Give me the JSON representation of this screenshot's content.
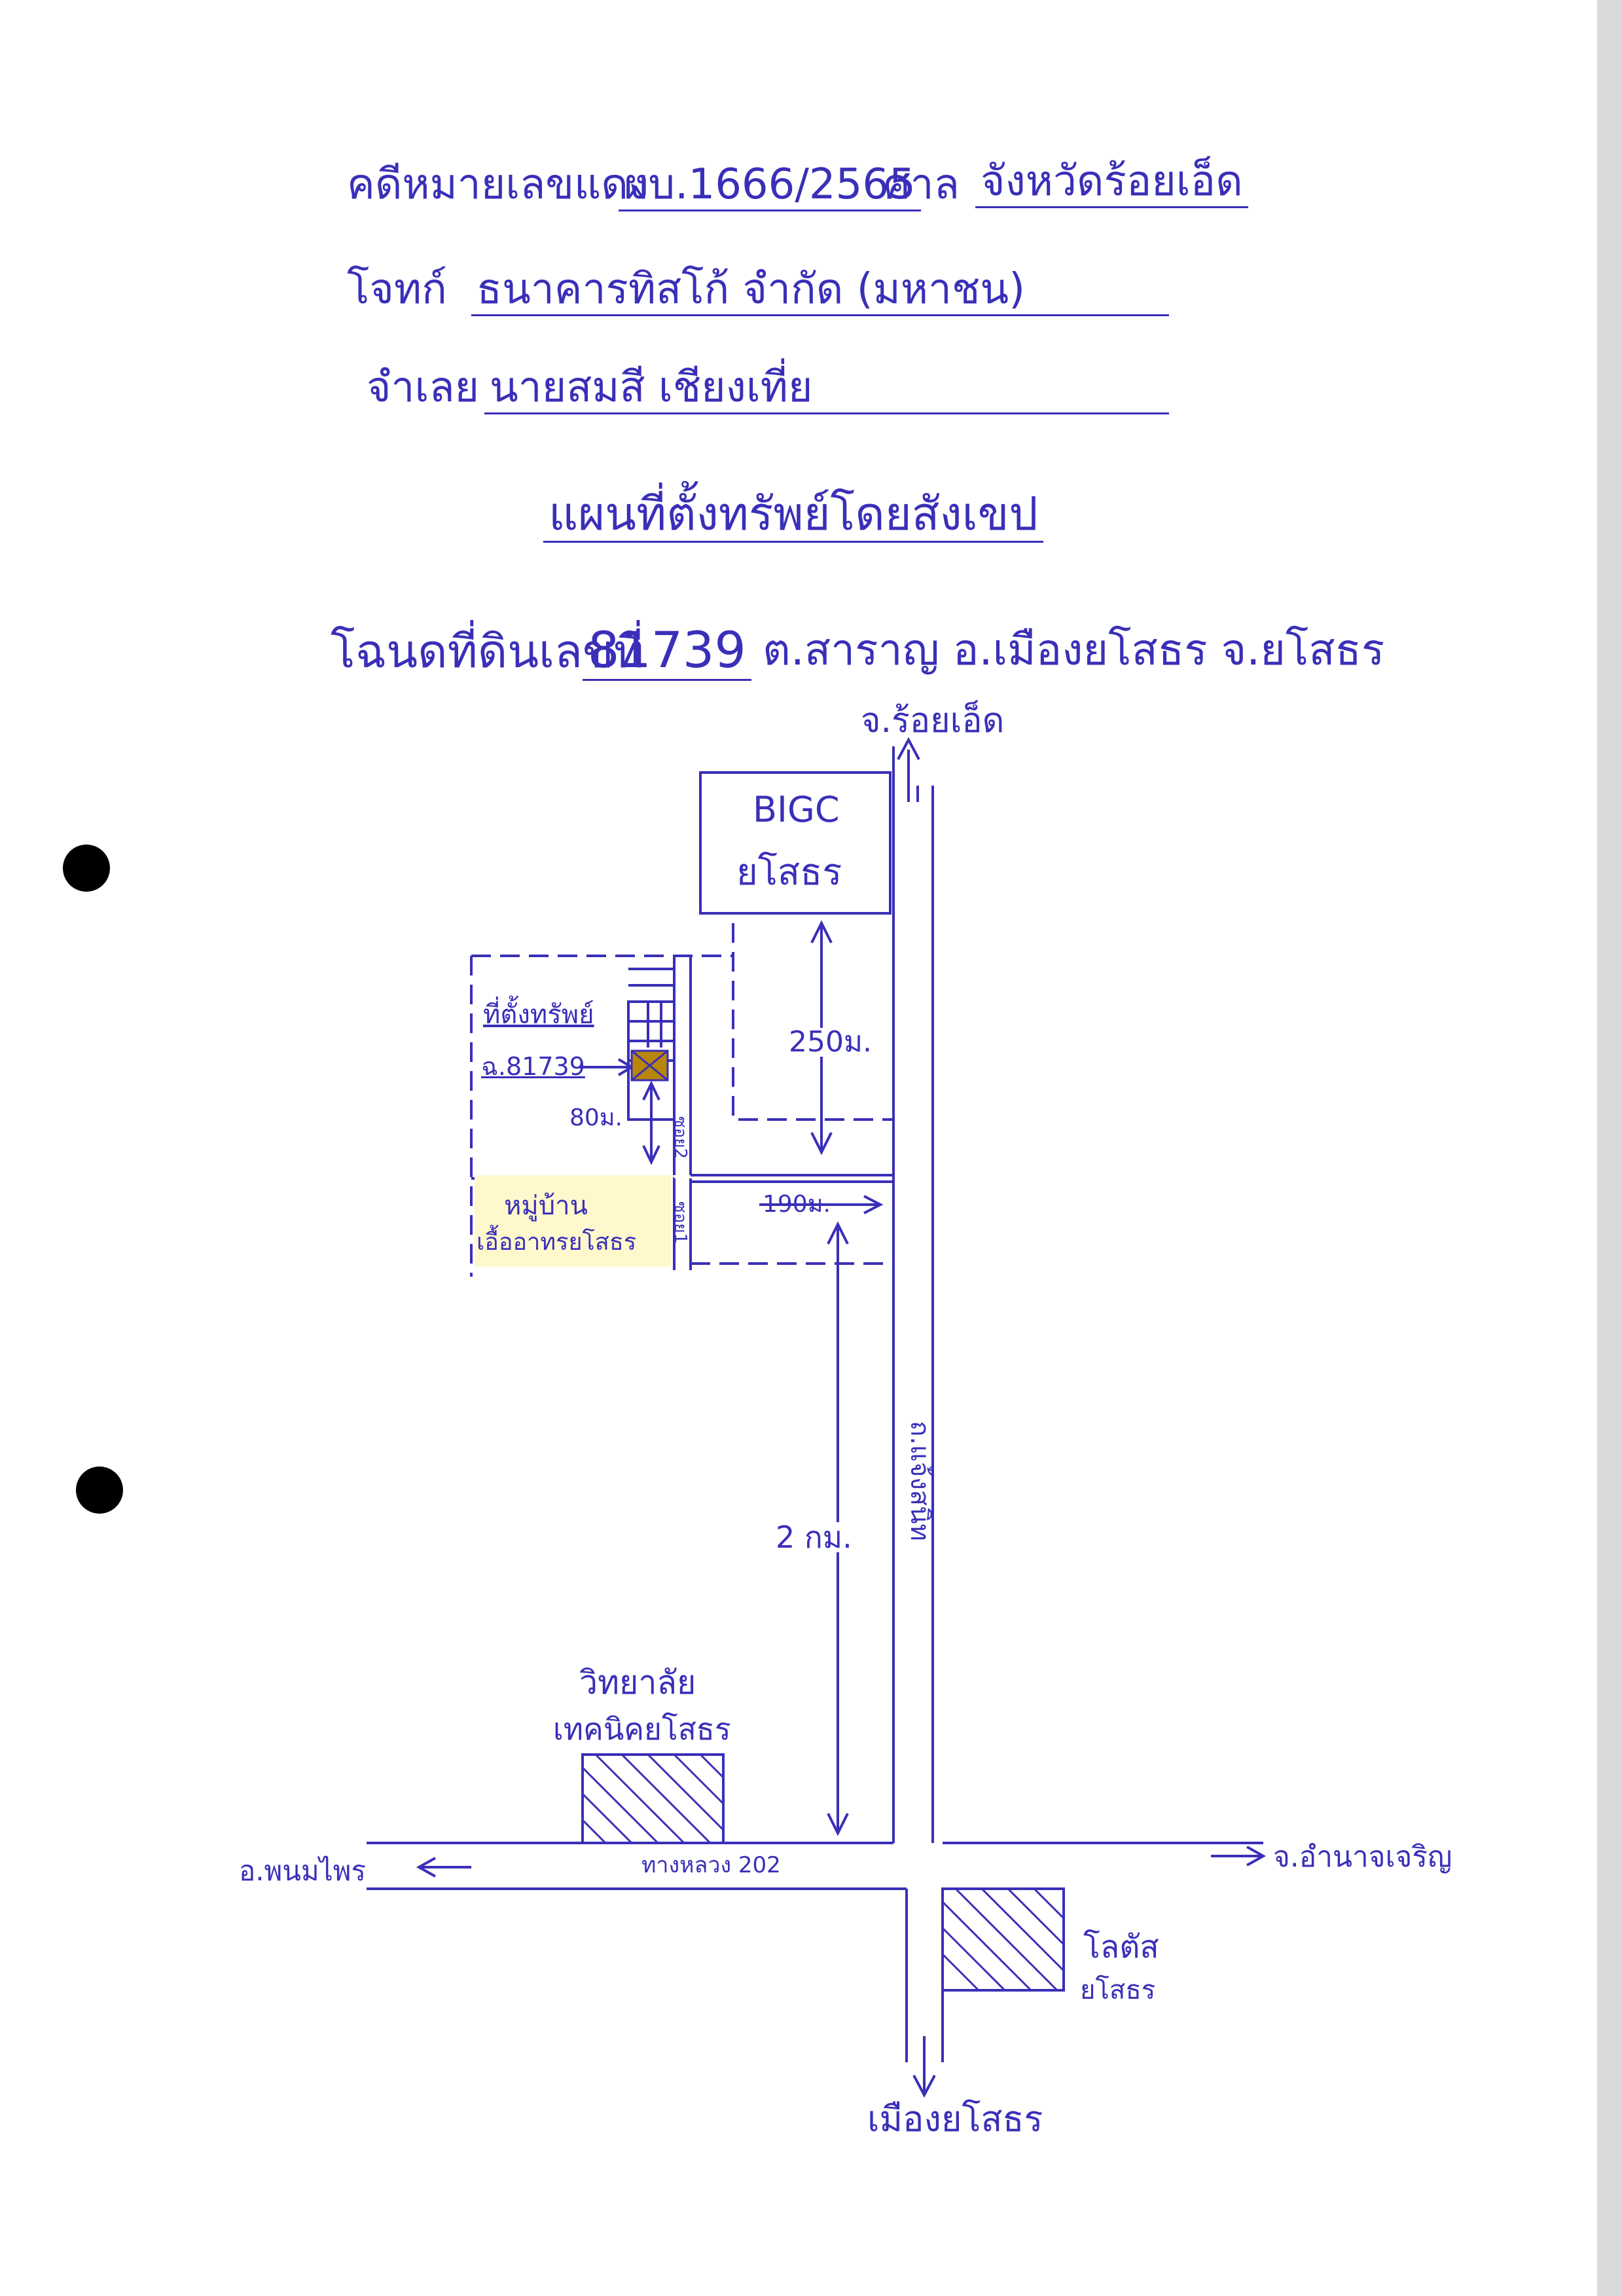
{
  "colors": {
    "ink": "#3a2fb8",
    "highlight": "#fff8cc",
    "marker": "#b8860b",
    "paper": "#ffffff"
  },
  "header": {
    "case_label": "คดีหมายเลขแดง",
    "case_number": "ผบ.1666/2565",
    "court_label": "ศาล",
    "court_name": "จังหวัดร้อยเอ็ด",
    "plaintiff_label": "โจทก์",
    "plaintiff_name": "ธนาคารทิสโก้ จำกัด (มหาชน)",
    "defendant_label": "จำเลย",
    "defendant_name": "นายสมสี เชียงเที่ย"
  },
  "map": {
    "title": "แผนที่ตั้งทรัพย์โดยสังเขป",
    "deed_label": "โฉนดที่ดินเลขที่",
    "deed_number": "81739",
    "location": "ต.สาราญ อ.เมืองยโสธร จ.ยโสธร",
    "labels": {
      "north_dest": "จ.ร้อยเอ็ด",
      "bigc_line1": "BIGC",
      "bigc_line2": "ยโสธร",
      "asset_label": "ที่ตั้งทรัพย์",
      "deed_ref": "ฉ.81739",
      "dist_250": "250ม.",
      "dist_80": "80ม.",
      "soi_2": "ซอย2",
      "soi_1": "ซอย1",
      "dist_190": "190ม.",
      "village_line1": "หมู่บ้าน",
      "village_line2": "เอื้ออาทรยโสธร",
      "dist_2km": "2 กม.",
      "road_name": "ถ.แจ้งสนิท",
      "college_line1": "วิทยาลัย",
      "college_line2": "เทคนิคยโสธร",
      "west_dest": "อ.พนมไพร",
      "highway": "ทางหลวง 202",
      "east_dest": "จ.อำนาจเจริญ",
      "lotus_line1": "โลตัส",
      "lotus_line2": "ยโสธร",
      "south_dest": "เมืองยโสธร"
    }
  }
}
